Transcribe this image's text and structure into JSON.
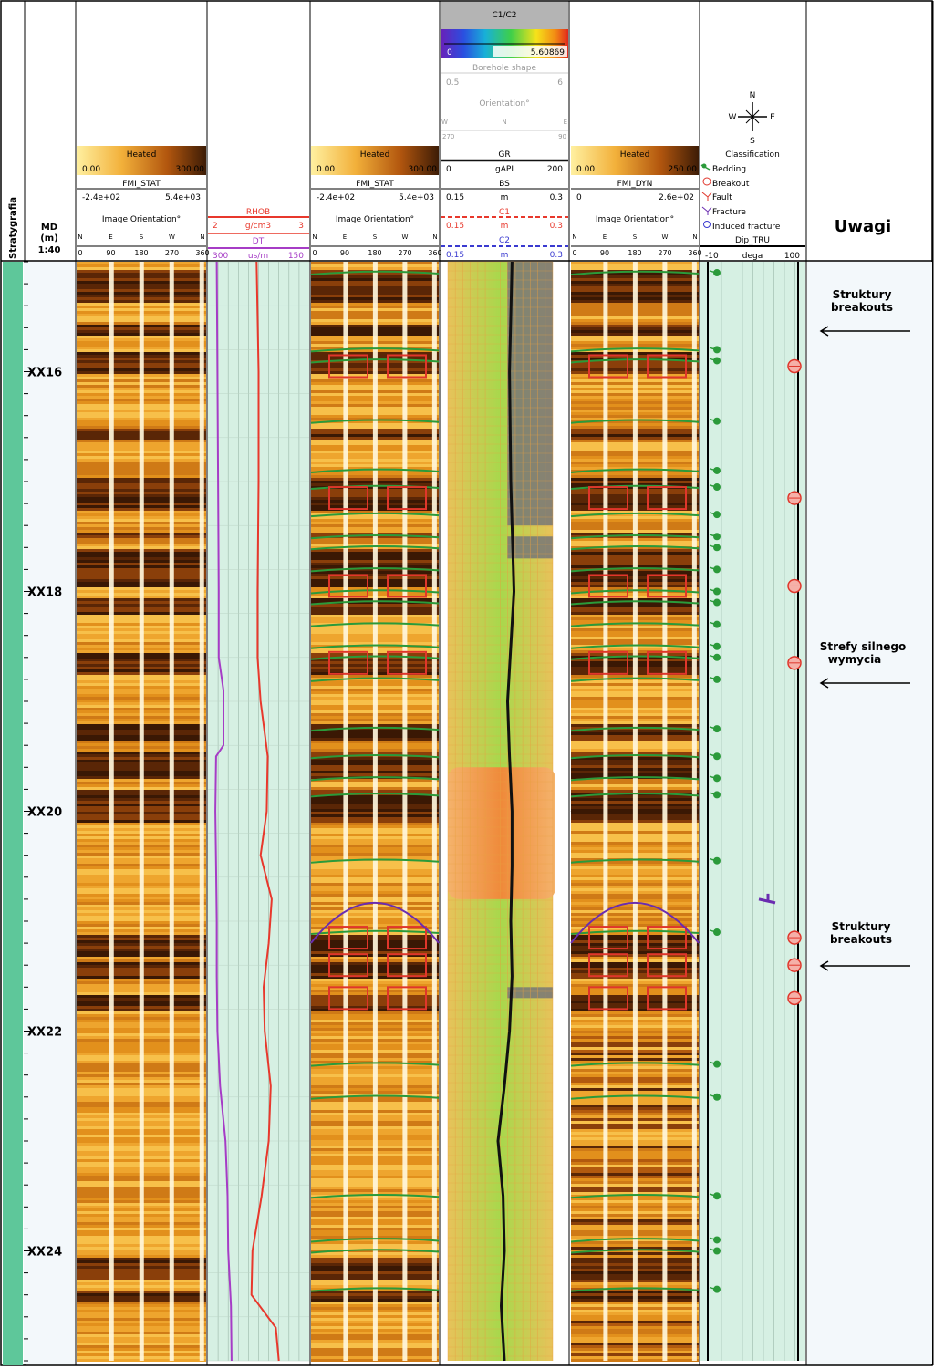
{
  "colors": {
    "strat": "#5ec79a",
    "curve_bg": "#d6f0e3",
    "heat_start": "#ffe98a",
    "heat_mid": "#e08a1a",
    "heat_end": "#4a2406",
    "rhob": "#e8382c",
    "dt": "#a63cc6",
    "bedding": "#2b9a3a",
    "breakout": "#e0362b",
    "fracture": "#6a2cb0",
    "bore_green": "#9cd046",
    "bore_orange": "#f08a34",
    "gr": "#111111",
    "c1": "#e8382c",
    "c2": "#3a3ad0",
    "grey_fill": "#777777"
  },
  "tracks": {
    "strat": {
      "label": "Stratygrafia"
    },
    "depth": {
      "label_md": "MD",
      "label_unit": "(m)",
      "scale": "1:40",
      "ticks": [
        "XX16",
        "XX18",
        "XX20",
        "XX22",
        "XX24"
      ]
    },
    "img1": {
      "colorbar_label": "Heated",
      "cb_min": "0.00",
      "cb_max": "300.00",
      "name": "FMI_STAT",
      "range_min": "-2.4e+02",
      "range_max": "5.4e+03",
      "orient_label": "Image Orientation°",
      "dirs": [
        "N",
        "E",
        "S",
        "W",
        "N"
      ],
      "degs": [
        "0",
        "90",
        "180",
        "270",
        "360"
      ]
    },
    "logs": {
      "rhob_name": "RHOB",
      "rhob_min": "2",
      "rhob_unit": "g/cm3",
      "rhob_max": "3",
      "dt_name": "DT",
      "dt_min": "300",
      "dt_unit": "us/m",
      "dt_max": "150"
    },
    "img2": {
      "colorbar_label": "Heated",
      "cb_min": "0.00",
      "cb_max": "300.00",
      "name": "FMI_STAT",
      "range_min": "-2.4e+02",
      "range_max": "5.4e+03",
      "orient_label": "Image Orientation°",
      "dirs": [
        "N",
        "E",
        "S",
        "W",
        "N"
      ],
      "degs": [
        "0",
        "90",
        "180",
        "270",
        "360"
      ]
    },
    "bore": {
      "title": "C1/C2",
      "cb_min": "0",
      "cb_max": "5.60869",
      "shape_label": "Borehole shape",
      "shape_min": "0.5",
      "shape_max": "6",
      "orient_label": "Orientation°",
      "orient_dirs": [
        "W",
        "N",
        "E"
      ],
      "orient_degs": [
        "270",
        "90"
      ],
      "gr_name": "GR",
      "gr_min": "0",
      "gr_unit": "gAPI",
      "gr_max": "200",
      "bs_name": "BS",
      "bs_min": "0.15",
      "bs_unit": "m",
      "bs_max": "0.3",
      "c1_name": "C1",
      "c1_min": "0.15",
      "c1_unit": "m",
      "c1_max": "0.3",
      "c2_name": "C2",
      "c2_min": "0.15",
      "c2_unit": "m",
      "c2_max": "0.3"
    },
    "img3": {
      "colorbar_label": "Heated",
      "cb_min": "0.00",
      "cb_max": "250.00",
      "name": "FMI_DYN",
      "range_min": "0",
      "range_max": "2.6e+02",
      "orient_label": "Image Orientation°",
      "dirs": [
        "N",
        "E",
        "S",
        "W",
        "N"
      ],
      "degs": [
        "0",
        "90",
        "180",
        "270",
        "360"
      ]
    },
    "dip": {
      "compass": [
        "N",
        "E",
        "S",
        "W"
      ],
      "classification": "Classification",
      "legend": [
        "Bedding",
        "Breakout",
        "Fault",
        "Fracture",
        "Induced fracture"
      ],
      "name": "Dip_TRU",
      "min": "-10",
      "unit": "dega",
      "max": "100"
    },
    "remarks": {
      "title": "Uwagi",
      "notes": [
        {
          "line1": "Struktury",
          "line2": "breakouts"
        },
        {
          "line1": "Strefy silnego",
          "line2": "wymycia"
        },
        {
          "line1": "Struktury",
          "line2": "breakouts"
        }
      ]
    }
  },
  "chart_data": {
    "type": "line",
    "title": "",
    "depth_unit": "m",
    "depth_ticks": [
      "XX16",
      "XX18",
      "XX20",
      "XX22",
      "XX24"
    ],
    "depth_range": [
      15.0,
      25.0
    ],
    "series": [
      {
        "name": "RHOB",
        "unit": "g/cm3",
        "range": [
          2,
          3
        ],
        "depth": [
          15.0,
          16.0,
          17.0,
          18.0,
          18.6,
          19.0,
          19.5,
          20.0,
          20.4,
          20.8,
          21.2,
          21.6,
          22.0,
          22.5,
          23.0,
          23.5,
          24.0,
          24.4,
          24.7,
          25.0
        ],
        "values": [
          2.48,
          2.5,
          2.5,
          2.49,
          2.49,
          2.52,
          2.59,
          2.58,
          2.52,
          2.63,
          2.6,
          2.55,
          2.56,
          2.62,
          2.6,
          2.53,
          2.44,
          2.43,
          2.67,
          2.7
        ]
      },
      {
        "name": "DT",
        "unit": "us/m",
        "range": [
          300,
          150
        ],
        "depth": [
          15.0,
          16.0,
          17.0,
          18.0,
          18.6,
          18.9,
          19.4,
          19.5,
          20.0,
          20.5,
          21.0,
          21.5,
          22.0,
          22.5,
          23.0,
          23.5,
          24.0,
          24.5,
          25.0
        ],
        "values": [
          287,
          286,
          285,
          284,
          284,
          277,
          277,
          288,
          289,
          288,
          287,
          287,
          286,
          282,
          274,
          271,
          270,
          266,
          265
        ]
      },
      {
        "name": "GR",
        "unit": "gAPI",
        "range": [
          0,
          200
        ],
        "depth": [
          15.0,
          16.0,
          17.0,
          18.0,
          19.0,
          19.5,
          20.0,
          20.5,
          21.0,
          21.5,
          22.0,
          22.5,
          23.0,
          23.5,
          24.0,
          24.5,
          25.0
        ],
        "values": [
          112,
          108,
          110,
          115,
          105,
          108,
          112,
          112,
          110,
          112,
          108,
          100,
          90,
          98,
          100,
          95,
          100
        ]
      }
    ],
    "events": {
      "bedding_depths": [
        15.1,
        15.8,
        15.9,
        16.45,
        16.9,
        17.05,
        17.3,
        17.5,
        17.6,
        17.8,
        18.0,
        18.1,
        18.3,
        18.5,
        18.6,
        18.8,
        19.25,
        19.5,
        19.7,
        19.85,
        20.45,
        21.1,
        22.3,
        22.6,
        23.5,
        23.9,
        24.0,
        24.35
      ],
      "breakout_depths": [
        15.95,
        17.15,
        17.95,
        18.65,
        21.15,
        21.4,
        21.7
      ],
      "fracture_depths": [
        20.8
      ]
    }
  }
}
